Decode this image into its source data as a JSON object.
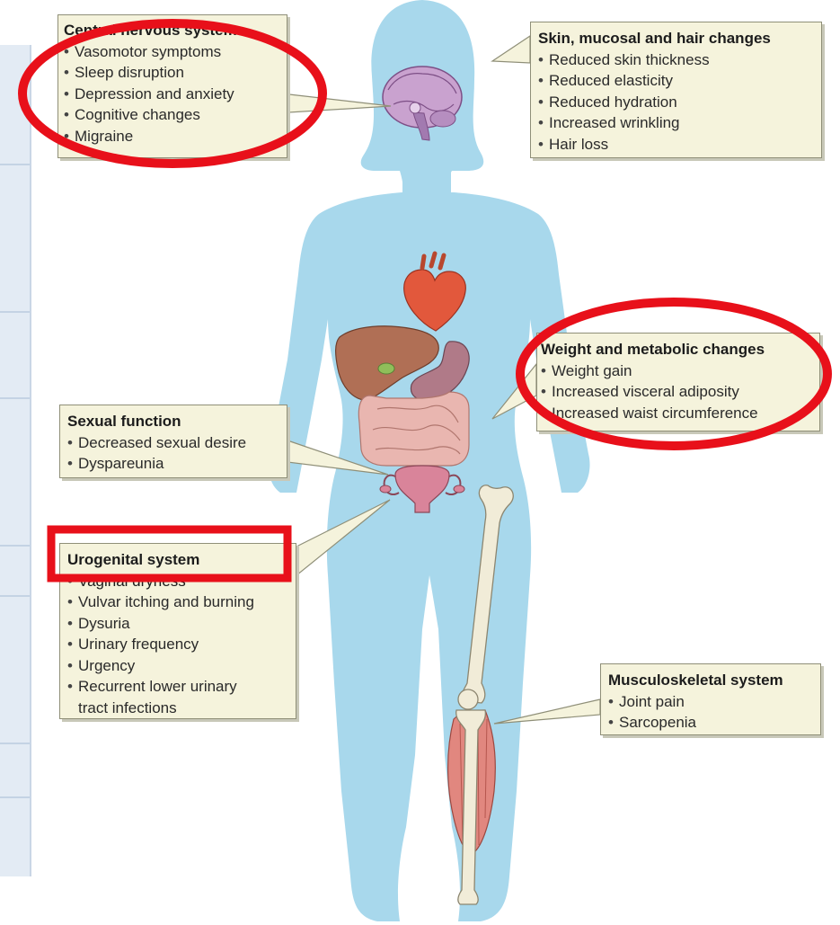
{
  "diagram": {
    "boxes": {
      "cns": {
        "title": "Central nervous system",
        "items": [
          "Vasomotor symptoms",
          "Sleep disruption",
          "Depression and anxiety",
          "Cognitive changes",
          "Migraine"
        ]
      },
      "skin": {
        "title": "Skin, mucosal and hair changes",
        "items": [
          "Reduced skin thickness",
          "Reduced elasticity",
          "Reduced hydration",
          "Increased wrinkling",
          "Hair loss"
        ]
      },
      "weight": {
        "title": "Weight and metabolic changes",
        "items": [
          "Weight gain",
          "Increased visceral adiposity",
          "Increased waist circumference"
        ]
      },
      "sexual": {
        "title": "Sexual function",
        "items": [
          "Decreased sexual desire",
          "Dyspareunia"
        ]
      },
      "urogenital": {
        "title": "Urogenital system",
        "items": [
          "Vaginal dryness",
          "Vulvar itching and burning",
          "Dysuria",
          "Urinary frequency",
          "Urgency",
          "Recurrent lower urinary",
          "tract infections"
        ]
      },
      "musculo": {
        "title": "Musculoskeletal system",
        "items": [
          "Joint pain",
          "Sarcopenia"
        ]
      }
    },
    "colors": {
      "body": "#a8d8ec",
      "callout_fill": "#f5f3dc",
      "highlight": "#e8101a",
      "heart": "#e2583c",
      "liver": "#b06f55",
      "stomach": "#b07a88",
      "intestine": "#e9b6b0",
      "uterus": "#d9849a",
      "bone": "#f1ecd8",
      "muscle": "#e1877f"
    },
    "icons": [
      "brain-icon",
      "heart-icon",
      "liver-icon",
      "stomach-icon",
      "intestine-icon",
      "uterus-icon",
      "femur-icon",
      "tibia-icon",
      "calf-muscle-icon"
    ],
    "highlights": [
      "circle around Central nervous system",
      "circle around Weight and metabolic changes",
      "rectangle around Urogenital system"
    ]
  }
}
